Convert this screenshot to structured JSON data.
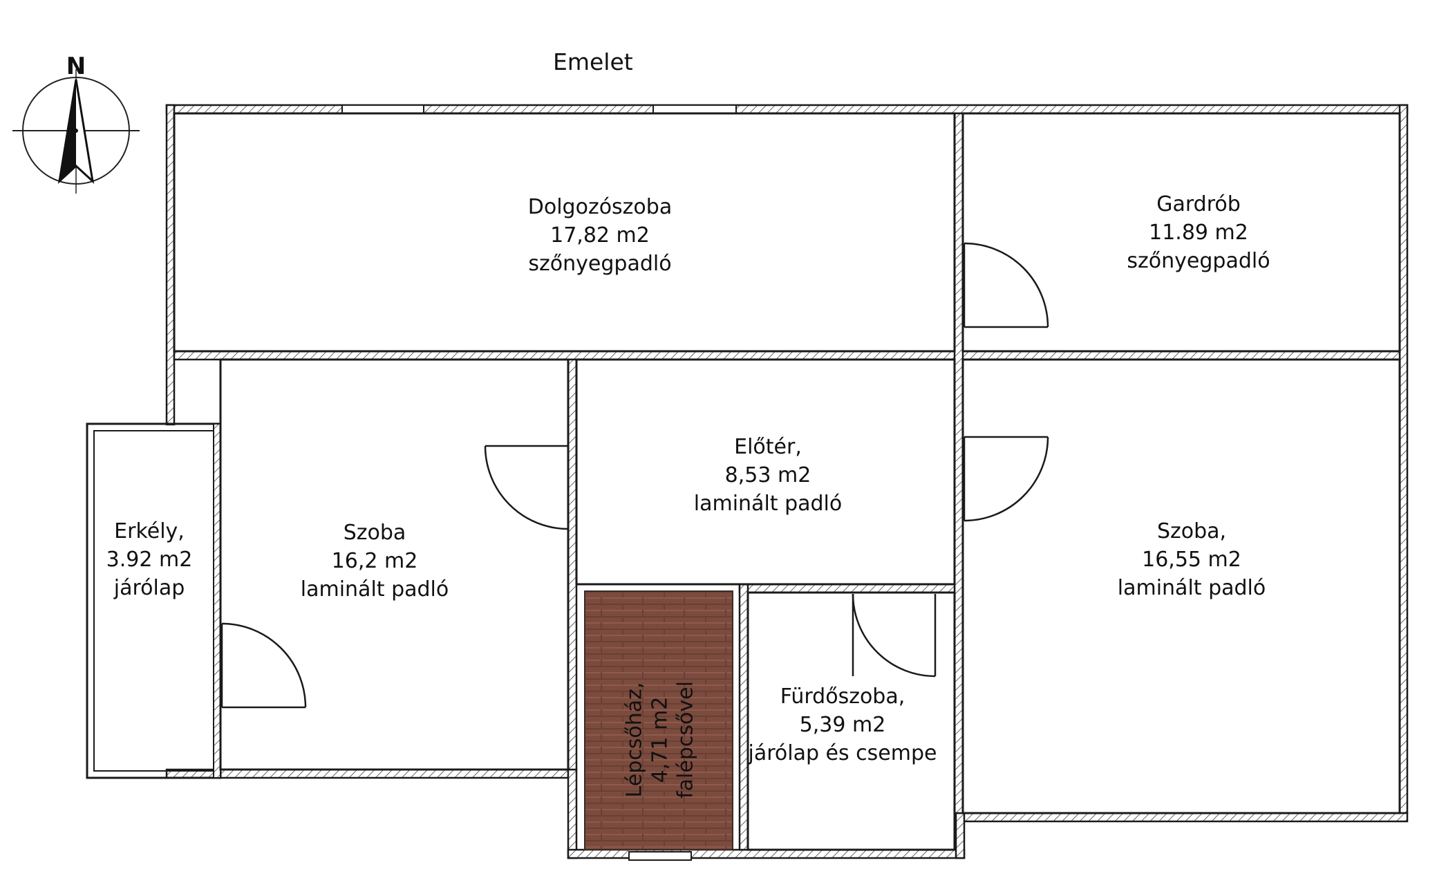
{
  "title": "Emelet",
  "compass": {
    "letter": "N",
    "icon": "north-arrow-icon"
  },
  "rooms": [
    {
      "id": "dolgozoszoba",
      "name": "Dolgozószoba",
      "area": "17,82 m2",
      "floor": "szőnyegpadló"
    },
    {
      "id": "gardrob",
      "name": "Gardrób",
      "area": "11.89 m2",
      "floor": "szőnyegpadló"
    },
    {
      "id": "eloter",
      "name": "Előtér,",
      "area": "8,53 m2",
      "floor": "laminált padló"
    },
    {
      "id": "erkely",
      "name": "Erkély,",
      "area": "3.92 m2",
      "floor": "járólap"
    },
    {
      "id": "szoba-bal",
      "name": "Szoba",
      "area": "16,2 m2",
      "floor": "laminált padló"
    },
    {
      "id": "szoba-jobb",
      "name": "Szoba,",
      "area": "16,55 m2",
      "floor": "laminált padló"
    },
    {
      "id": "furdoszoba",
      "name": "Fürdőszoba,",
      "area": "5,39 m2",
      "floor": "járólap és csempe"
    },
    {
      "id": "lepcsohaz",
      "name": "Lépcsőház,",
      "area": "4,71  m2",
      "floor": "falépcsővel"
    }
  ],
  "colors": {
    "wall": "#1a1a1a",
    "hatch": "#555555",
    "stair": "#7a4a3c"
  }
}
